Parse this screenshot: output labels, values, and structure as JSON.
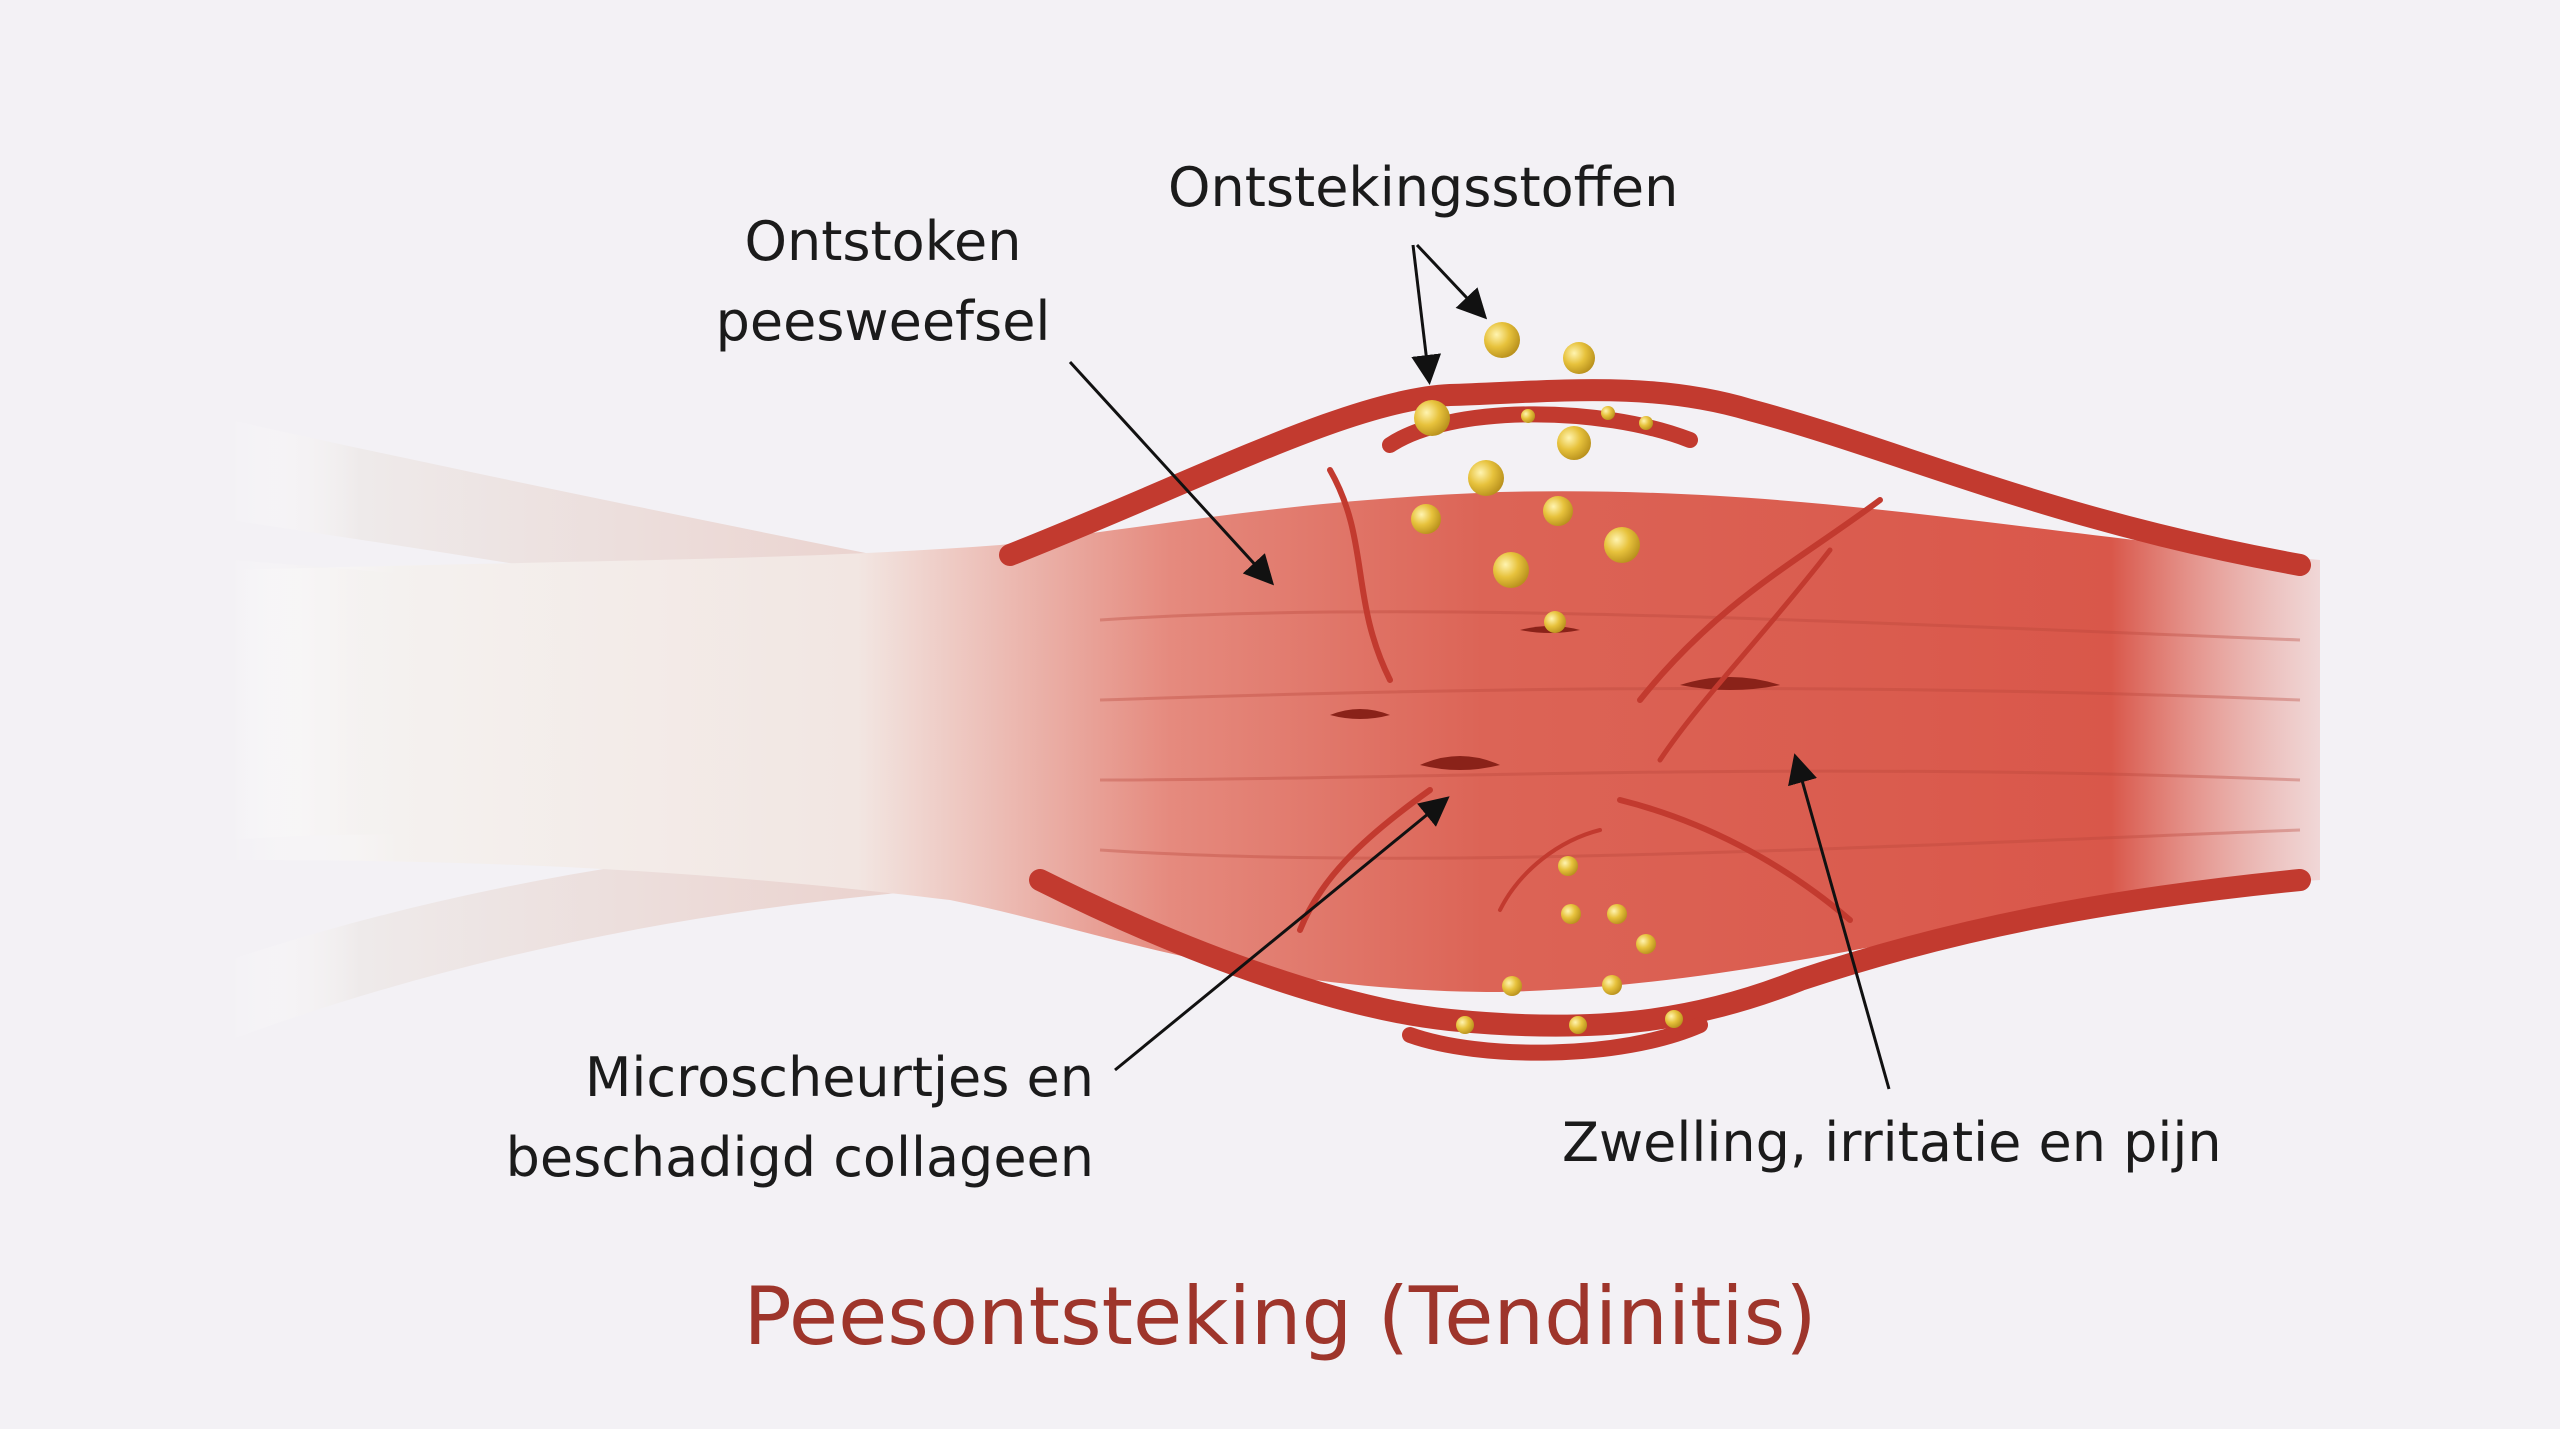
{
  "labels": {
    "inflammatory_substances": "Ontstekingsstoffen",
    "inflamed_tissue_line1": "Ontstoken",
    "inflamed_tissue_line2": "peesweefsel",
    "microtears_line1": "Microscheurtjes en",
    "microtears_line2": "beschadigd collageen",
    "swelling": "Zwelling, irritatie en pijn"
  },
  "title": "Peesontsteking (Tendinitis)",
  "colors": {
    "title": "#9e352b",
    "tendon_red": "#d9574a",
    "vessel": "#c23a2f",
    "substance": "#e7c23c",
    "background": "#f3f1f5"
  }
}
